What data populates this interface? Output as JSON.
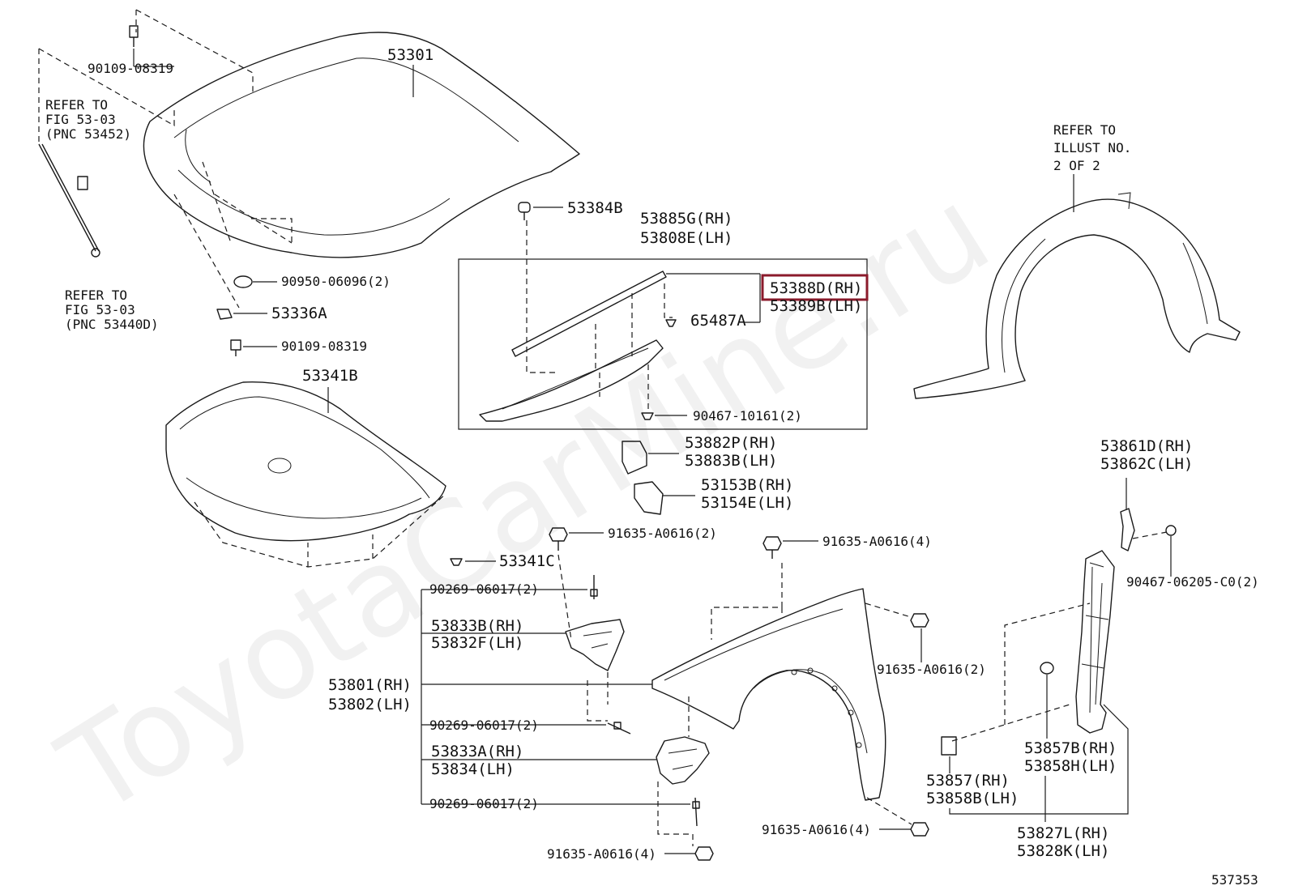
{
  "watermark": "ToyotaCarMine.ru",
  "figure_number": "537353",
  "highlight_color": "#8b1a2b",
  "refer_notes": {
    "top_left": [
      "REFER TO",
      "FIG 53-03",
      "(PNC 53452)"
    ],
    "bottom_left": [
      "REFER TO",
      "FIG 53-03",
      "(PNC 53440D)"
    ],
    "top_right": [
      "REFER TO",
      "ILLUST NO.",
      "2 OF 2"
    ]
  },
  "parts": {
    "p90109_top": "90109-08319",
    "p53301": "53301",
    "p90950": "90950-06096(2)",
    "p53336A": "53336A",
    "p90109_bottom": "90109-08319",
    "p53341B": "53341B",
    "p53341C": "53341C",
    "p53384B": "53384B",
    "p53885G": "53885G(RH)",
    "p53808E": "53808E(LH)",
    "p53388D": "53388D(RH)",
    "p53389B": "53389B(LH)",
    "p65487A": "65487A",
    "p90467_10161": "90467-10161(2)",
    "p53882P": "53882P(RH)",
    "p53883B": "53883B(LH)",
    "p53153B": "53153B(RH)",
    "p53154E": "53154E(LH)",
    "p91635_a": "91635-A0616(2)",
    "p91635_b": "91635-A0616(4)",
    "p90269_a": "90269-06017(2)",
    "p53833B": "53833B(RH)",
    "p53832F": "53832F(LH)",
    "p53801": "53801(RH)",
    "p53802": "53802(LH)",
    "p90269_b": "90269-06017(2)",
    "p53833A": "53833A(RH)",
    "p53834": "53834(LH)",
    "p90269_c": "90269-06017(2)",
    "p91635_c": "91635-A0616(4)",
    "p91635_d": "91635-A0616(4)",
    "p91635_e": "91635-A0616(2)",
    "p53861D": "53861D(RH)",
    "p53862C": "53862C(LH)",
    "p90467_06205": "90467-06205-C0(2)",
    "p53857B": "53857B(RH)",
    "p53858H": "53858H(LH)",
    "p53857": "53857(RH)",
    "p53858B": "53858B(LH)",
    "p53827L": "53827L(RH)",
    "p53828K": "53828K(LH)"
  }
}
